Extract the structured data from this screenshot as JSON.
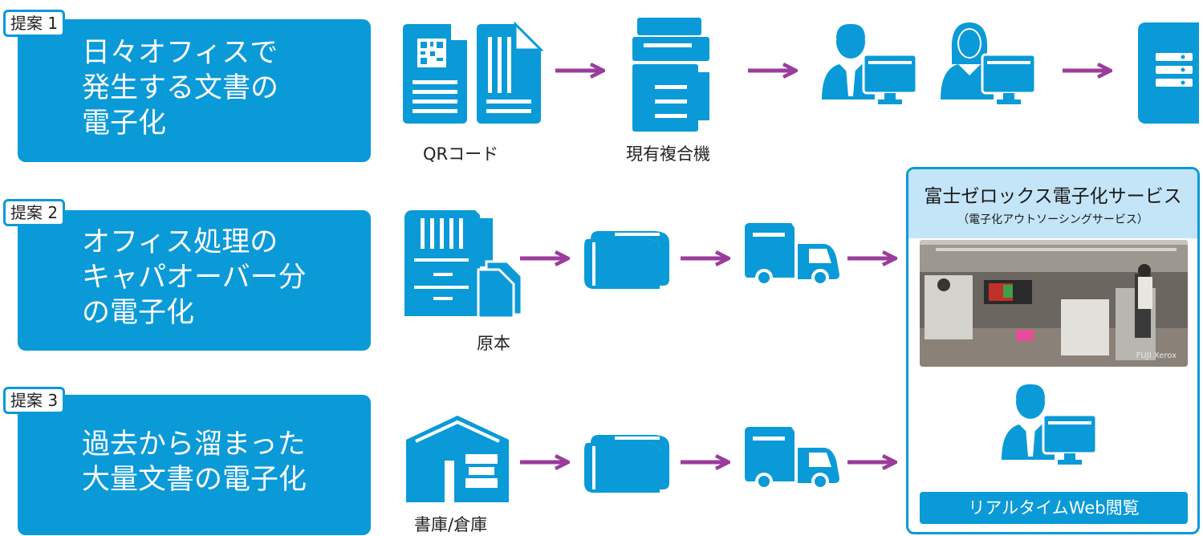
{
  "proposals": [
    {
      "tag": "提案 1",
      "title": "日々オフィスで\n発生する文書の\n電子化"
    },
    {
      "tag": "提案 2",
      "title": "オフィス処理の\nキャパオーバー分\nの電子化"
    },
    {
      "tag": "提案 3",
      "title": "過去から溜まった\n大量文書の電子化"
    }
  ],
  "row1": {
    "doc_caption": "QRコード",
    "mfp_caption": "現有複合機"
  },
  "row2": {
    "origin_caption": "原本"
  },
  "row3": {
    "origin_caption": "書庫/倉庫"
  },
  "service": {
    "title": "富士ゼロックス電子化サービス",
    "subtitle": "（電子化アウトソーシングサービス）",
    "photo_watermark": "FUJI Xerox",
    "web_label": "リアルタイムWeb閲覧"
  },
  "colors": {
    "accent_blue": "#0a9ad8",
    "arrow_purple": "#9a3c9c",
    "service_header": "#c4e4f7"
  },
  "icons": [
    "qr-document-icon",
    "text-document-icon",
    "multifunction-printer-icon",
    "male-operator-pc-icon",
    "female-operator-pc-icon",
    "server-icon",
    "cabinet-files-icon",
    "box-icon",
    "truck-icon",
    "warehouse-icon"
  ]
}
